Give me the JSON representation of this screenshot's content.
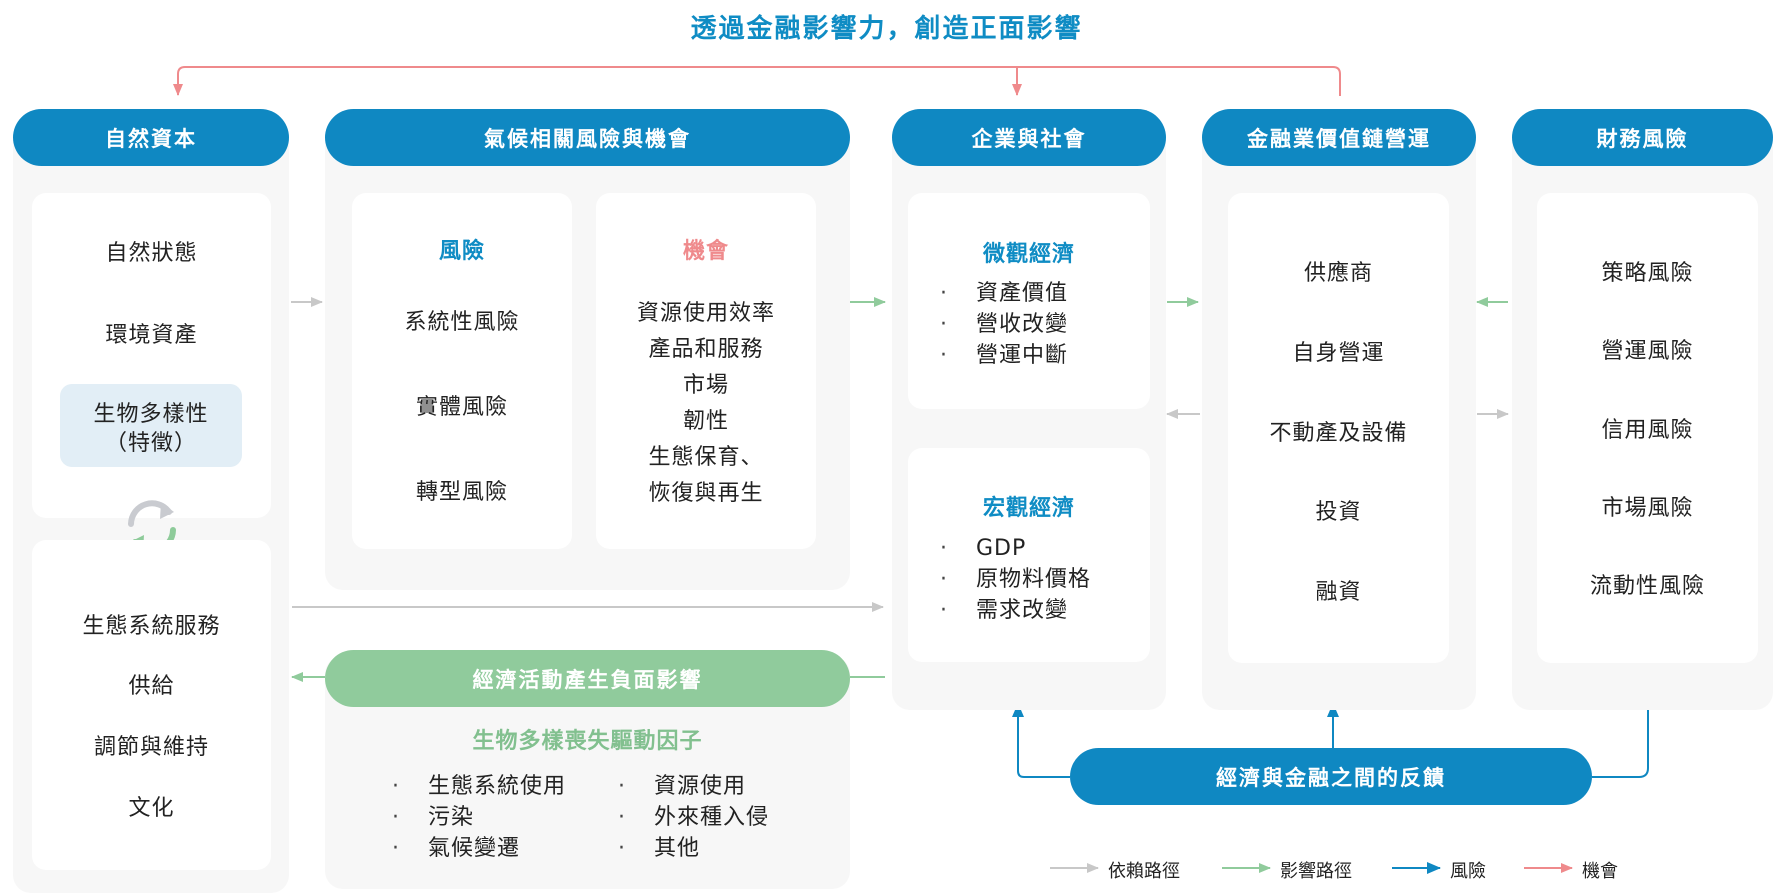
{
  "title": "透過金融影響力，創造正面影響",
  "columns": {
    "natural_capital": {
      "header": "自然資本",
      "top_items": [
        "自然狀態",
        "環境資產"
      ],
      "highlight_line1": "生物多樣性",
      "highlight_line2": "（特徵）",
      "bottom_items": [
        "生態系統服務",
        "供給",
        "調節與維持",
        "文化"
      ]
    },
    "climate": {
      "header": "氣候相關風險與機會",
      "risk_title": "風險",
      "risks": [
        "系統性風險",
        "實體風險",
        "轉型風險"
      ],
      "opp_title": "機會",
      "opportunities": [
        "資源使用效率",
        "產品和服務",
        "市場",
        "韌性",
        "生態保育、",
        "恢復與再生"
      ]
    },
    "enterprise": {
      "header": "企業與社會",
      "micro_title": "微觀經濟",
      "micro_items": [
        "資產價值",
        "營收改變",
        "營運中斷"
      ],
      "macro_title": "宏觀經濟",
      "macro_items": [
        "GDP",
        "原物料價格",
        "需求改變"
      ]
    },
    "finance": {
      "header": "金融業價值鏈營運",
      "items": [
        "供應商",
        "自身營運",
        "不動產及設備",
        "投資",
        "融資"
      ]
    },
    "financial_risk": {
      "header": "財務風險",
      "items": [
        "策略風險",
        "營運風險",
        "信用風險",
        "市場風險",
        "流動性風險"
      ]
    }
  },
  "negative_impact": {
    "header": "經濟活動產生負面影響",
    "subtitle": "生物多樣喪失驅動因子",
    "left_items": [
      "生態系統使用",
      "污染",
      "氣候變遷"
    ],
    "right_items": [
      "資源使用",
      "外來種入侵",
      "其他"
    ]
  },
  "feedback": {
    "label": "經濟與金融之間的反饋"
  },
  "legend": {
    "dependency": "依賴路徑",
    "impact": "影響路徑",
    "risk": "風險",
    "opportunity": "機會"
  },
  "colors": {
    "blue": "#0f88c2",
    "green": "#90cb9c",
    "pink": "#ef8a8c",
    "gray": "#c8c8c8"
  }
}
